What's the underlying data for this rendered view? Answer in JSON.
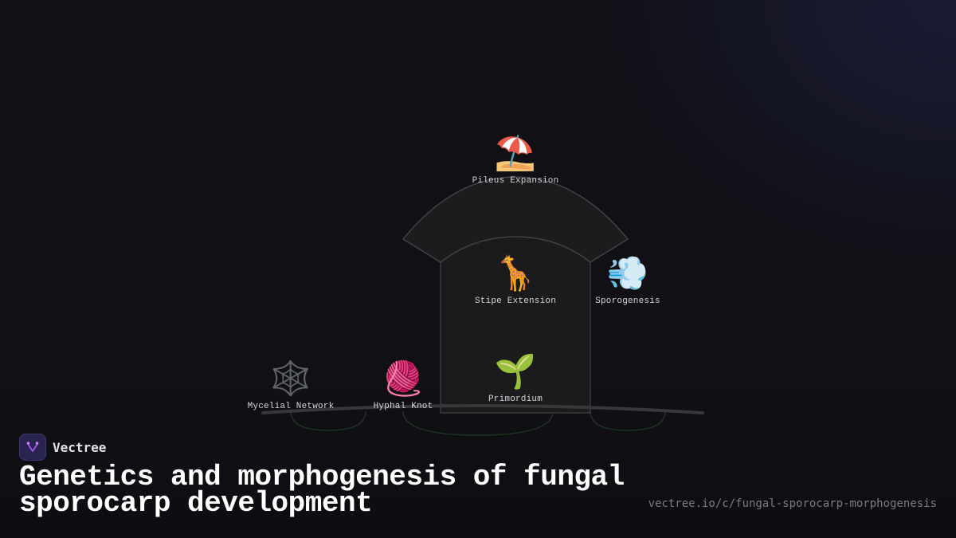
{
  "diagram": {
    "nodes": [
      {
        "id": "pileus",
        "label": "Pileus Expansion",
        "icon": "beach-umbrella-icon",
        "glyph": "⛱️"
      },
      {
        "id": "stipe",
        "label": "Stipe Extension",
        "icon": "giraffe-icon",
        "glyph": "🦒"
      },
      {
        "id": "sporogenesis",
        "label": "Sporogenesis",
        "icon": "wind-puff-icon",
        "glyph": "💨"
      },
      {
        "id": "primordium",
        "label": "Primordium",
        "icon": "seedling-icon",
        "glyph": "🌱"
      },
      {
        "id": "hyphal",
        "label": "Hyphal Knot",
        "icon": "yarn-ball-icon",
        "glyph": "🧶"
      },
      {
        "id": "mycelial",
        "label": "Mycelial Network",
        "icon": "spider-web-icon",
        "glyph": "🕸️"
      }
    ]
  },
  "brand": {
    "name": "Vectree",
    "logo_color": "#a855f7"
  },
  "title": "Genetics and morphogenesis of fungal sporocarp development",
  "url": "vectree.io/c/fungal-sporocarp-morphogenesis",
  "colors": {
    "background": "#101015",
    "mushroom_fill": "#1c1c1e",
    "mushroom_stroke": "#3f3f42",
    "ground_line": "#3a3a3d",
    "root_arc": "#1e3324"
  }
}
